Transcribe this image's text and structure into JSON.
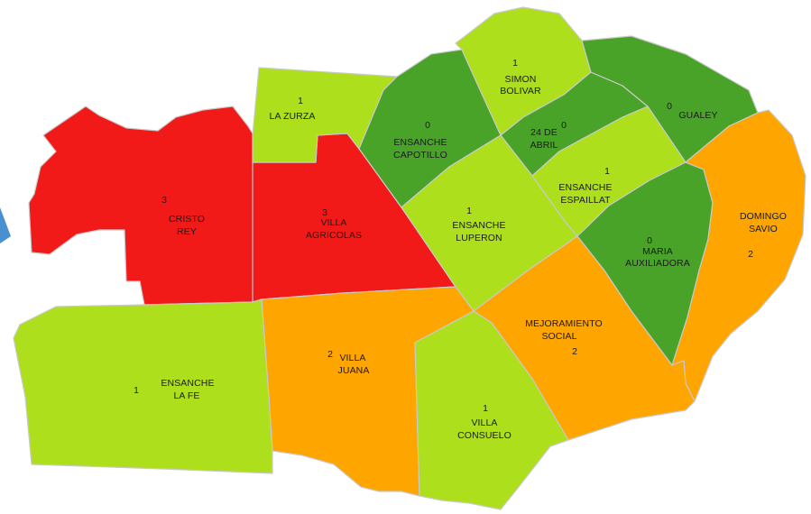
{
  "legend_colors": {
    "level_0": "#4aa329",
    "level_1": "#addf1c",
    "level_2": "#ffa500",
    "level_3": "#f21919"
  },
  "icons": {
    "edge_arrow": "triangle-arrow-icon"
  },
  "regions": {
    "cristo_rey": {
      "value": 3,
      "count": "3",
      "name_l1": "CRISTO",
      "name_l2": "REY"
    },
    "villa_agricolas": {
      "value": 3,
      "count": "3",
      "name_l1": "VILLA",
      "name_l2": "AGRICOLAS"
    },
    "la_zurza": {
      "value": 1,
      "count": "1",
      "name_l1": "LA ZURZA",
      "name_l2": ""
    },
    "ensanche_capotillo": {
      "value": 0,
      "count": "0",
      "name_l1": "ENSANCHE",
      "name_l2": "CAPOTILLO"
    },
    "simon_bolivar": {
      "value": 1,
      "count": "1",
      "name_l1": "SIMON",
      "name_l2": "BOLIVAR"
    },
    "veinticuatro_de_abril": {
      "value": 0,
      "count": "0",
      "name_l1": "24 DE",
      "name_l2": "ABRIL"
    },
    "gualey": {
      "value": 0,
      "count": "0",
      "name_l1": "GUALEY",
      "name_l2": ""
    },
    "ensanche_espaillat": {
      "value": 1,
      "count": "1",
      "name_l1": "ENSANCHE",
      "name_l2": "ESPAILLAT"
    },
    "ensanche_luperon": {
      "value": 1,
      "count": "1",
      "name_l1": "ENSANCHE",
      "name_l2": "LUPERON"
    },
    "maria_auxiliadora": {
      "value": 0,
      "count": "0",
      "name_l1": "MARIA",
      "name_l2": "AUXILIADORA"
    },
    "domingo_savio": {
      "value": 2,
      "count": "2",
      "name_l1": "DOMINGO",
      "name_l2": "SAVIO"
    },
    "mejoramiento_social": {
      "value": 2,
      "count": "2",
      "name_l1": "MEJORAMIENTO",
      "name_l2": "SOCIAL"
    },
    "villa_juana": {
      "value": 2,
      "count": "2",
      "name_l1": "VILLA",
      "name_l2": "JUANA"
    },
    "villa_consuelo": {
      "value": 1,
      "count": "1",
      "name_l1": "VILLA",
      "name_l2": "CONSUELO"
    },
    "ensanche_la_fe": {
      "value": 1,
      "count": "1",
      "name_l1": "ENSANCHE",
      "name_l2": "LA FE"
    }
  }
}
